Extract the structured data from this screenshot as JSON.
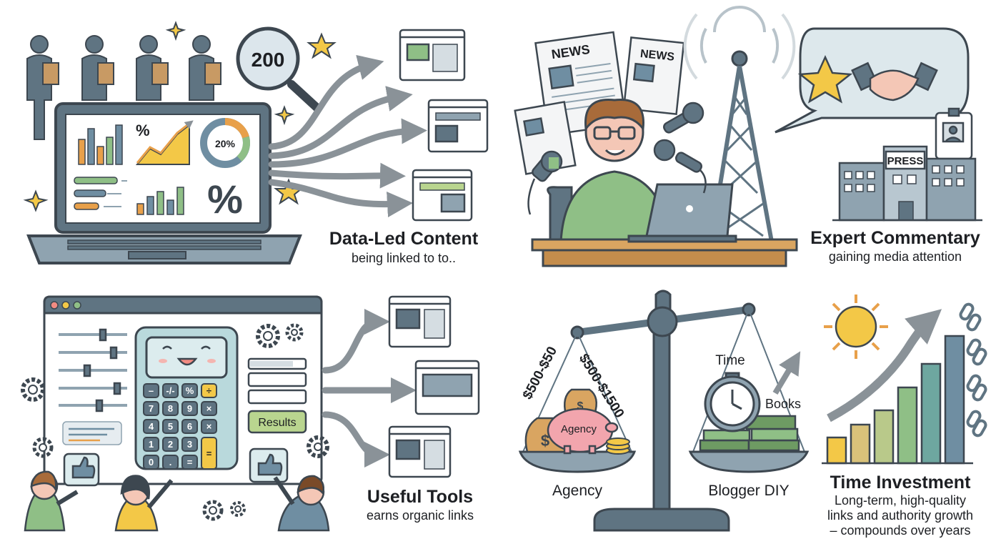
{
  "panels": {
    "data_content": {
      "title": "Data-Led Content",
      "subtitle": "being linked to to..",
      "magnifier_value": "200",
      "donut_label": "20%",
      "percent_small": "%",
      "percent_big": "%"
    },
    "expert": {
      "title": "Expert Commentary",
      "subtitle": "gaining media attention",
      "news_label_1": "NEWS",
      "news_label_2": "NEWS",
      "press_label": "PRESS"
    },
    "tools": {
      "title": "Useful Tools",
      "subtitle": "earns organic links",
      "results_button": "Results",
      "keypad": [
        "–",
        "-/-",
        "%",
        "÷",
        "7",
        "8",
        "9",
        "×",
        "4",
        "5",
        "6",
        "×",
        "1",
        "2",
        "3",
        "=",
        "0",
        ".",
        "="
      ]
    },
    "cost": {
      "left_price": "$500-$50",
      "right_price": "$500-$1500",
      "piggy_label": "Agency",
      "bag_symbol": "$",
      "left_label": "Agency",
      "right_label": "Blogger DIY",
      "time_label": "Time",
      "books_label": "Books"
    },
    "time_investment": {
      "title": "Time Investment",
      "lines": [
        "Long-term, high-quality",
        "links and authority growth",
        "– compounds over years"
      ]
    }
  },
  "colors": {
    "ink": "#3d4750",
    "slate": "#5f7482",
    "slate_light": "#8fa3b0",
    "blue_screen": "#6f8ea2",
    "orange": "#e8a04a",
    "yellow": "#f3c847",
    "green": "#8fbf86",
    "green_dark": "#6e9b63",
    "teal": "#b9d9dc",
    "peach": "#f4c7b6",
    "wood": "#d9a561",
    "pink": "#f2a5ad"
  }
}
